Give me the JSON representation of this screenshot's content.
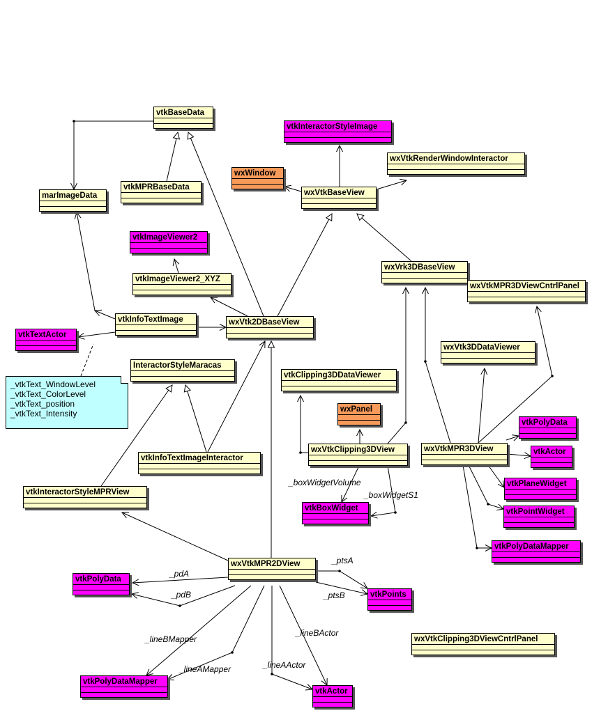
{
  "classes": [
    {
      "id": "vtkBaseData",
      "name": "vtkBaseData",
      "color": "yellow"
    },
    {
      "id": "vtkMPRBaseData",
      "name": "vtkMPRBaseData",
      "color": "yellow"
    },
    {
      "id": "marImageData",
      "name": "marImageData",
      "color": "yellow"
    },
    {
      "id": "vtkInteractorStyleImage",
      "name": "vtkInteractorStyleImage",
      "color": "magenta"
    },
    {
      "id": "wxVtkRenderWindowInteractor",
      "name": "wxVtkRenderWindowInteractor",
      "color": "yellow"
    },
    {
      "id": "wxWindow",
      "name": "wxWindow",
      "color": "orange"
    },
    {
      "id": "wxVtkBaseView",
      "name": "wxVtkBaseView",
      "color": "yellow"
    },
    {
      "id": "vtkImageViewer2",
      "name": "vtkImageViewer2",
      "color": "magenta"
    },
    {
      "id": "vtkImageViewer2_XYZ",
      "name": "vtkImageViewer2_XYZ",
      "color": "yellow"
    },
    {
      "id": "wxVrk3DBaseView",
      "name": "wxVrk3DBaseView",
      "color": "yellow"
    },
    {
      "id": "wxVtkMPR3DViewCntrlPanel",
      "name": "wxVtkMPR3DViewCntrlPanel",
      "color": "yellow"
    },
    {
      "id": "vtkInfoTextImage",
      "name": "vtkInfoTextImage",
      "color": "yellow"
    },
    {
      "id": "wxVtk2DBaseView",
      "name": "wxVtk2DBaseView",
      "color": "yellow"
    },
    {
      "id": "vtkTextActor",
      "name": "vtkTextActor",
      "color": "magenta"
    },
    {
      "id": "InteractorStyleMaracas",
      "name": "InteractorStyleMaracas",
      "color": "yellow"
    },
    {
      "id": "wxVtk3DDataViewer",
      "name": "wxVtk3DDataViewer",
      "color": "yellow"
    },
    {
      "id": "vtkClipping3DDataViewer",
      "name": "vtkClipping3DDataViewer",
      "color": "yellow"
    },
    {
      "id": "wxPanel",
      "name": "wxPanel",
      "color": "orange"
    },
    {
      "id": "vtkPolyData_r",
      "name": "vtkPolyData",
      "color": "magenta"
    },
    {
      "id": "vtkInfoTextImageInteractor",
      "name": "vtkInfoTextImageInteractor",
      "color": "yellow"
    },
    {
      "id": "wxVtkClipping3DView",
      "name": "wxVtkClipping3DView",
      "color": "yellow"
    },
    {
      "id": "wxVtkMPR3DView",
      "name": "wxVtkMPR3DView",
      "color": "yellow"
    },
    {
      "id": "vtkActor_r",
      "name": "vtkActor",
      "color": "magenta"
    },
    {
      "id": "vtkPlaneWidget",
      "name": "vtkPlaneWidget",
      "color": "magenta"
    },
    {
      "id": "vtkInteractorStyleMPRView",
      "name": "vtkInteractorStyleMPRView",
      "color": "yellow"
    },
    {
      "id": "vtkBoxWidget",
      "name": "vtkBoxWidget",
      "color": "magenta"
    },
    {
      "id": "vtkPointWidget",
      "name": "vtkPointWidget",
      "color": "magenta"
    },
    {
      "id": "vtkPolyDataMapper_r",
      "name": "vtkPolyDataMapper",
      "color": "magenta"
    },
    {
      "id": "wxVtkMPR2DView",
      "name": "wxVtkMPR2DView",
      "color": "yellow"
    },
    {
      "id": "vtkPolyData_l",
      "name": "vtkPolyData",
      "color": "magenta"
    },
    {
      "id": "vtkPoints",
      "name": "vtkPoints",
      "color": "magenta"
    },
    {
      "id": "wxVtkClipping3DViewCntrlPanel",
      "name": "wxVtkClipping3DViewCntrlPanel",
      "color": "yellow"
    },
    {
      "id": "vtkPolyDataMapper_l",
      "name": "vtkPolyDataMapper",
      "color": "magenta"
    },
    {
      "id": "vtkActor_b",
      "name": "vtkActor",
      "color": "magenta"
    }
  ],
  "note": {
    "lines": [
      "_vtkText_WindowLevel",
      "_vtkText_ColorLevel",
      "_vtkText_position",
      "_vtkText_Intensity"
    ]
  },
  "edge_labels": [
    {
      "id": "boxWidgetVolume",
      "text": "_boxWidgetVolume"
    },
    {
      "id": "boxWidgetS1",
      "text": "_boxWidgetS1"
    },
    {
      "id": "ptsA",
      "text": "_ptsA"
    },
    {
      "id": "pdA",
      "text": "_pdA"
    },
    {
      "id": "pdB",
      "text": "_pdB"
    },
    {
      "id": "ptsB",
      "text": "_ptsB"
    },
    {
      "id": "lineBMapper",
      "text": "_lineBMapper"
    },
    {
      "id": "lineBActor",
      "text": "_lineBActor"
    },
    {
      "id": "lineAMapper",
      "text": "_lineAMapper"
    },
    {
      "id": "lineAActor",
      "text": "_lineAActor"
    }
  ],
  "colors": {
    "yellow": "#ffffcc",
    "magenta": "#ff00ff",
    "orange": "#f79a5a",
    "note": "#bfffff"
  }
}
